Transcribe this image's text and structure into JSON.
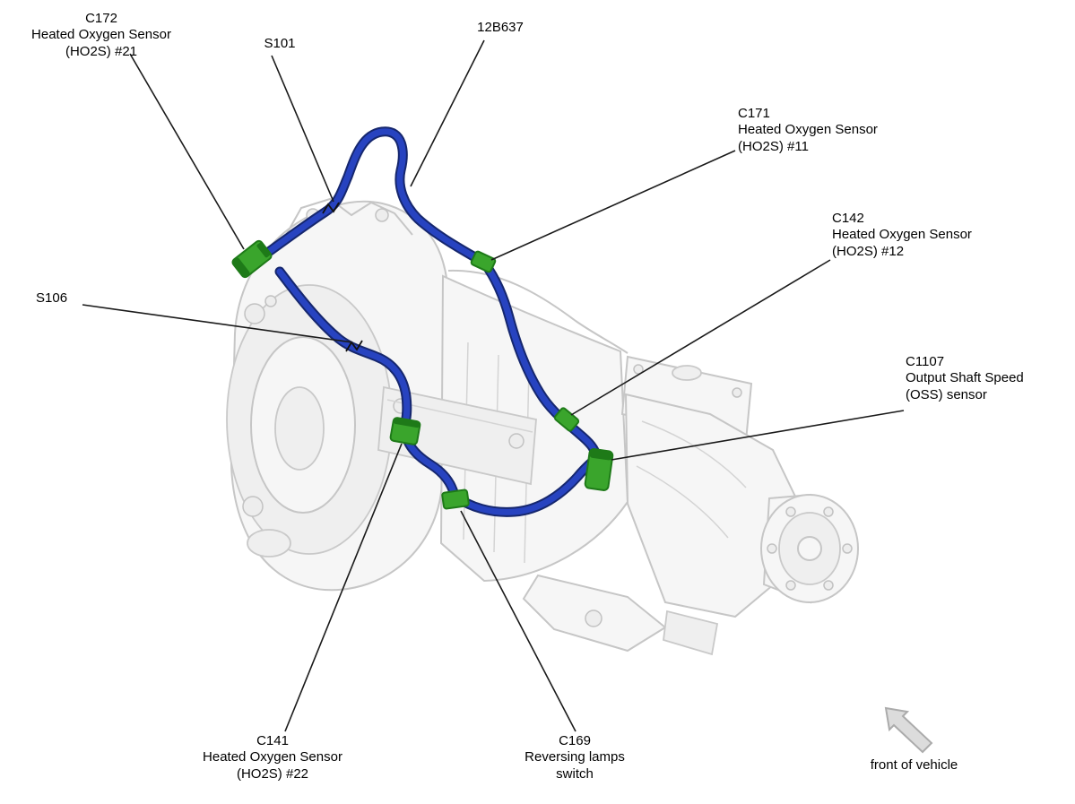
{
  "labels": {
    "c172": {
      "code": "C172",
      "line2": "Heated Oxygen Sensor",
      "line3": "(HO2S) #21"
    },
    "s101": {
      "code": "S101"
    },
    "p12b637": {
      "code": "12B637"
    },
    "c171": {
      "code": "C171",
      "line2": "Heated Oxygen Sensor",
      "line3": "(HO2S) #11"
    },
    "c142": {
      "code": "C142",
      "line2": "Heated Oxygen Sensor",
      "line3": "(HO2S) #12"
    },
    "s106": {
      "code": "S106"
    },
    "c1107": {
      "code": "C1107",
      "line2": "Output Shaft Speed",
      "line3": "(OSS) sensor"
    },
    "c141": {
      "code": "C141",
      "line2": "Heated Oxygen Sensor",
      "line3": "(HO2S) #22"
    },
    "c169": {
      "code": "C169",
      "line2": "Reversing lamps",
      "line3": "switch"
    },
    "front": {
      "text": "front of vehicle"
    }
  },
  "colors": {
    "harness_blue": "#2743c0",
    "harness_blue_dark": "#16276e",
    "connector_green": "#3aa52c",
    "connector_green_dark": "#1e7a18",
    "leader_black": "#1a1a1a",
    "part_gray": "#c6c6c6"
  }
}
